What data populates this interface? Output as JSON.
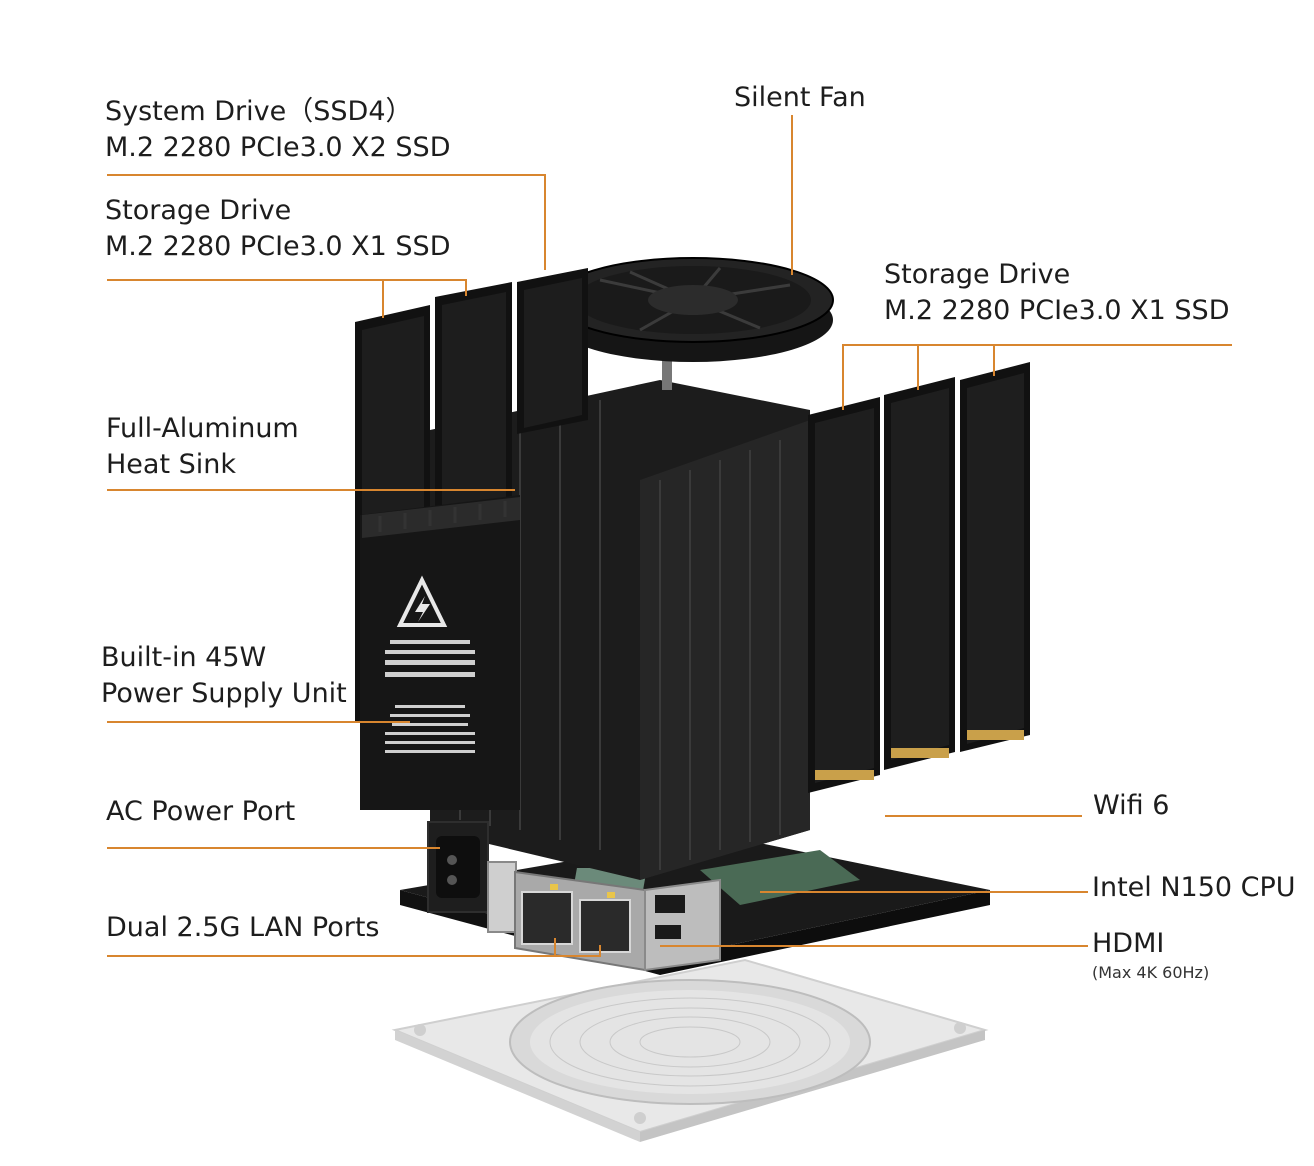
{
  "colors": {
    "leader_line": "#d8862f",
    "hardware": "#1b1b1b",
    "base_plate": "#e6e6e6",
    "text": "#1d1d1d"
  },
  "labels": {
    "system_drive": {
      "line1": "System Drive（SSD4）",
      "line2": "M.2 2280 PCIe3.0 X2 SSD"
    },
    "storage_drive_left": {
      "line1": "Storage Drive",
      "line2": "M.2 2280 PCIe3.0 X1 SSD"
    },
    "silent_fan": {
      "line1": "Silent Fan"
    },
    "storage_drive_right": {
      "line1": "Storage Drive",
      "line2": "M.2 2280 PCIe3.0 X1 SSD"
    },
    "heat_sink": {
      "line1": "Full-Aluminum",
      "line2": "Heat Sink"
    },
    "psu": {
      "line1": "Built-in 45W",
      "line2": "Power Supply Unit"
    },
    "ac_port": {
      "line1": "AC Power Port"
    },
    "wifi": {
      "line1": "Wifi 6"
    },
    "cpu": {
      "line1": "Intel N150 CPU"
    },
    "lan": {
      "line1": "Dual 2.5G LAN Ports"
    },
    "hdmi": {
      "line1": "HDMI",
      "note": "(Max 4K 60Hz)"
    }
  }
}
